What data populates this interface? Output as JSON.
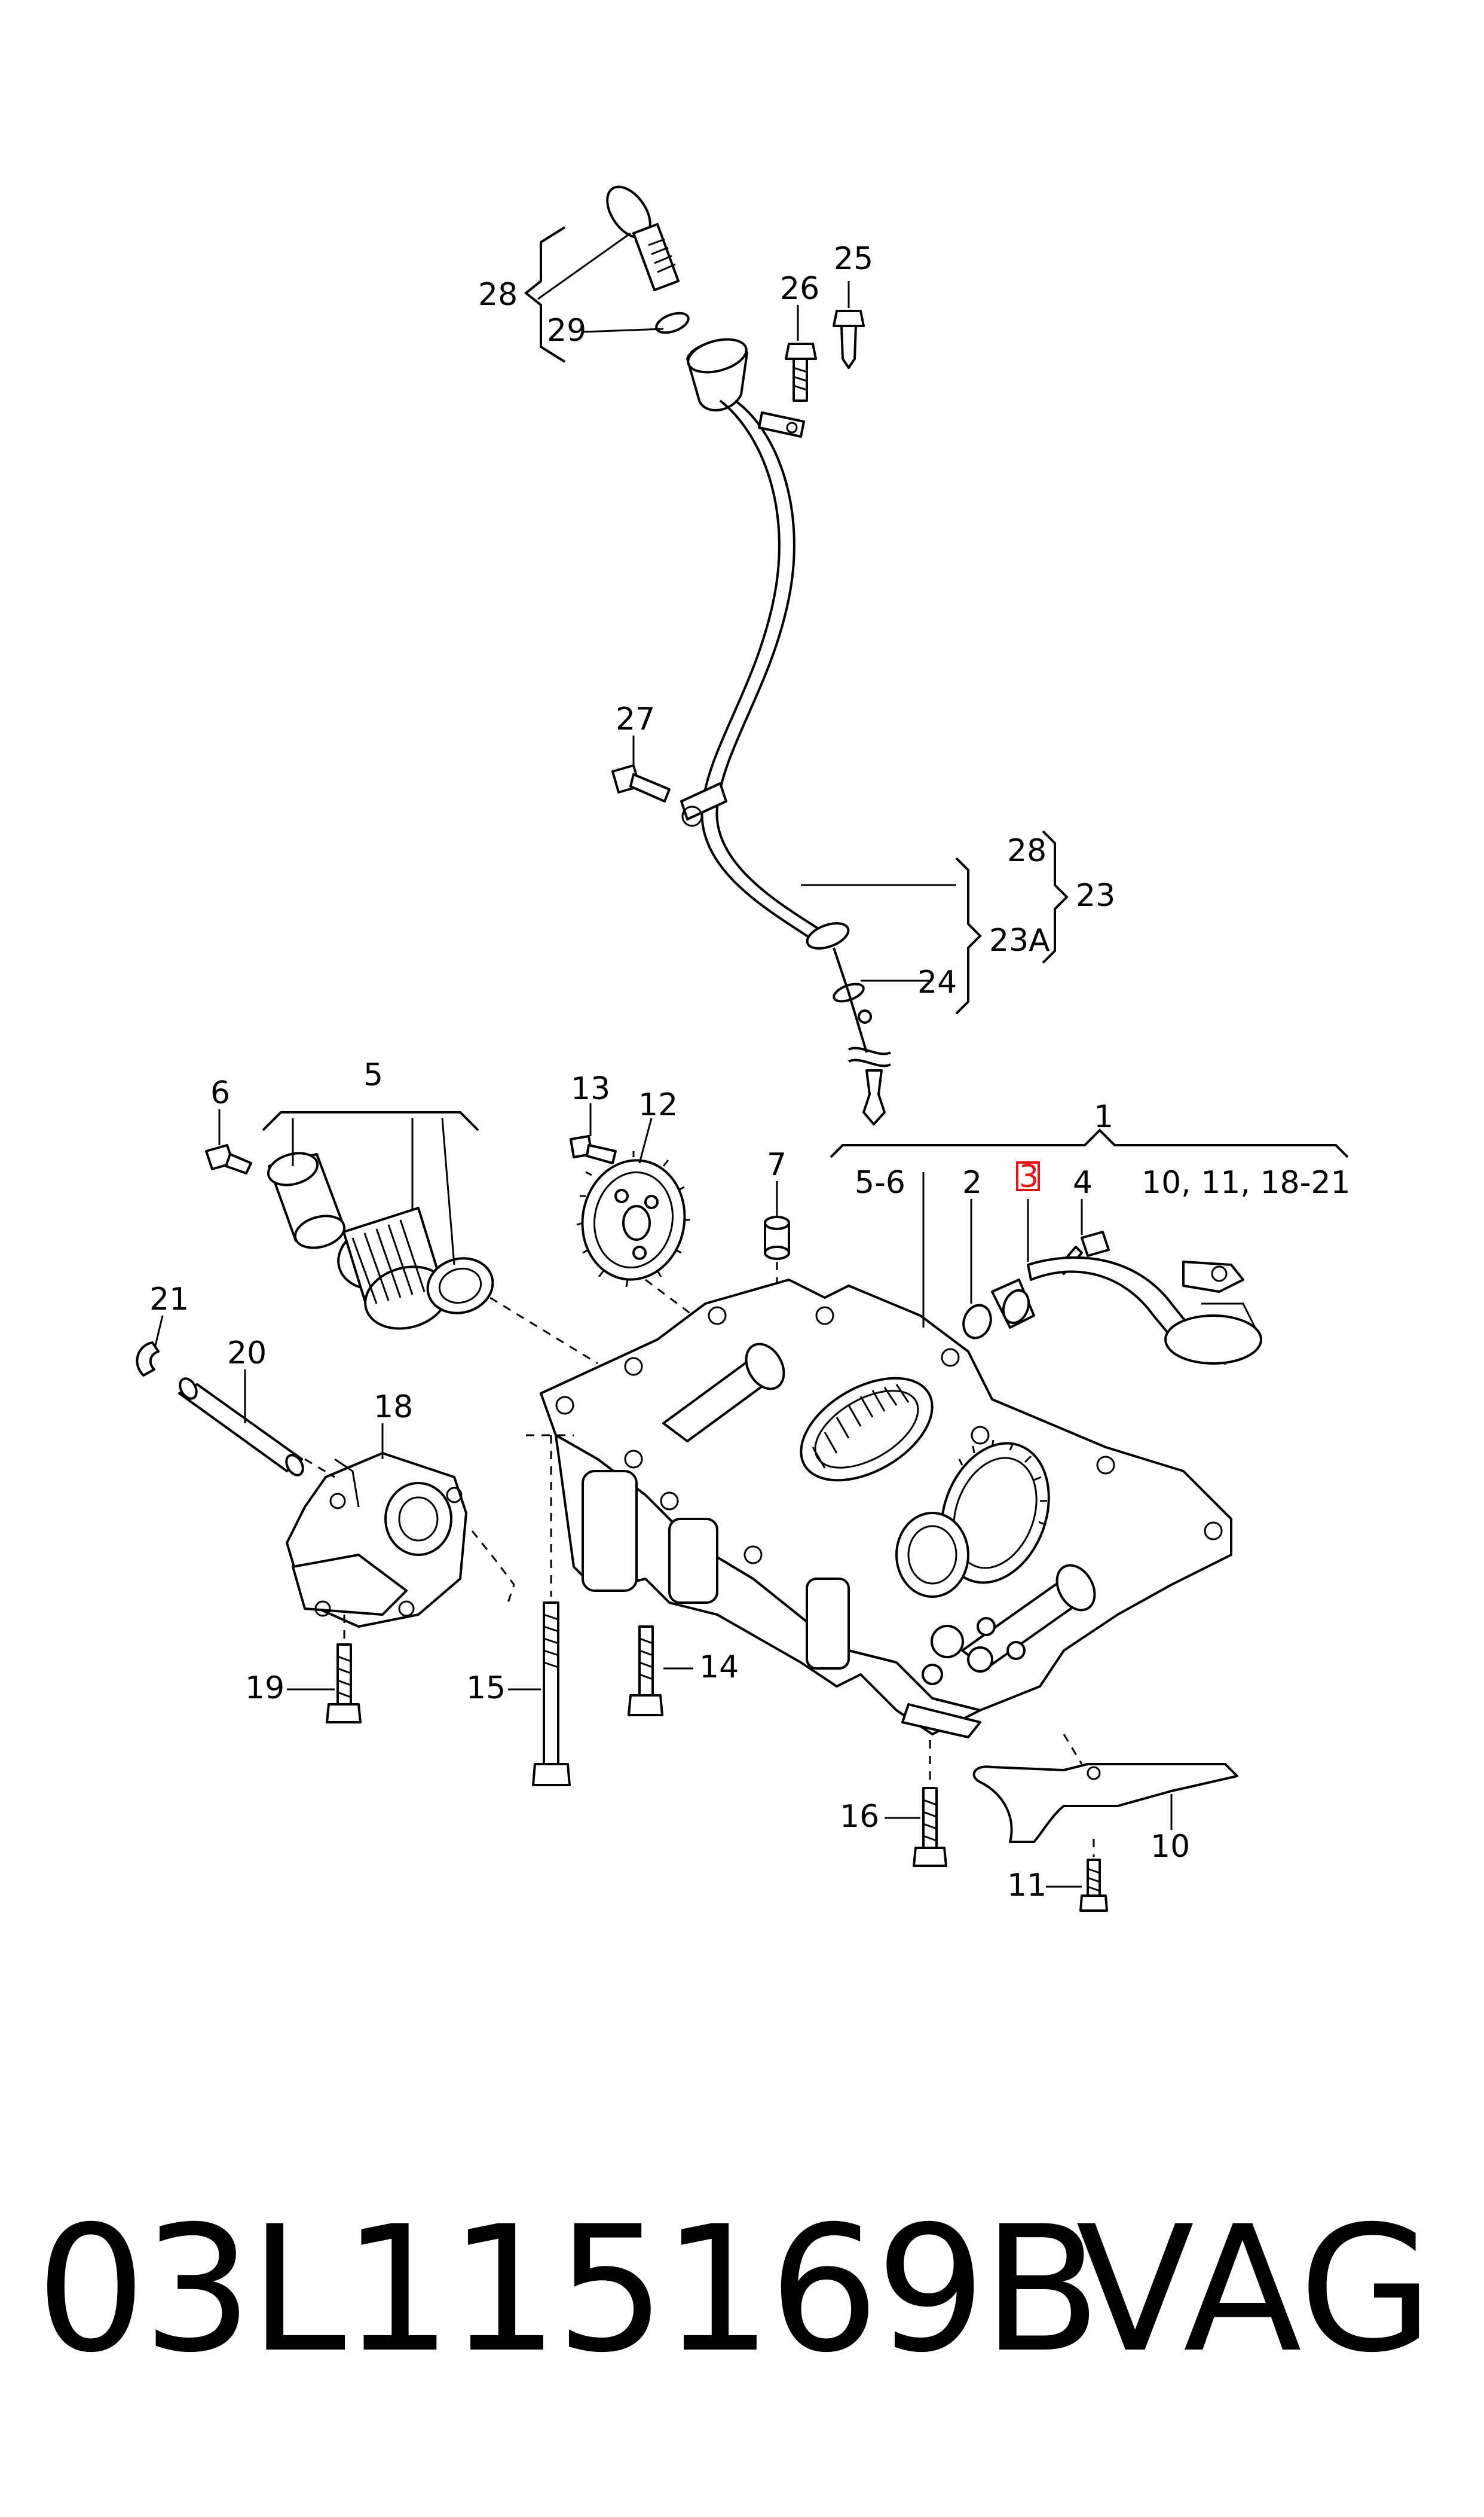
{
  "labels": {
    "l1": "1",
    "l2": "2",
    "l3": "3",
    "l4": "4",
    "l5": "5",
    "l6": "6",
    "l7": "7",
    "l56": "5-6",
    "l1021": "10, 11, 18-21",
    "l10": "10",
    "l11": "11",
    "l12": "12",
    "l13": "13",
    "l14": "14",
    "l15": "15",
    "l16": "16",
    "l18": "18",
    "l19": "19",
    "l20": "20",
    "l21": "21",
    "l23": "23",
    "l23a": "23A",
    "l24": "24",
    "l25": "25",
    "l26": "26",
    "l27": "27",
    "l28a": "28",
    "l28b": "28",
    "l29": "29"
  },
  "highlighted_label": "3",
  "highlight_color": "#e01515",
  "footer": {
    "part_number": "03L115169B",
    "brand": "VAG"
  }
}
